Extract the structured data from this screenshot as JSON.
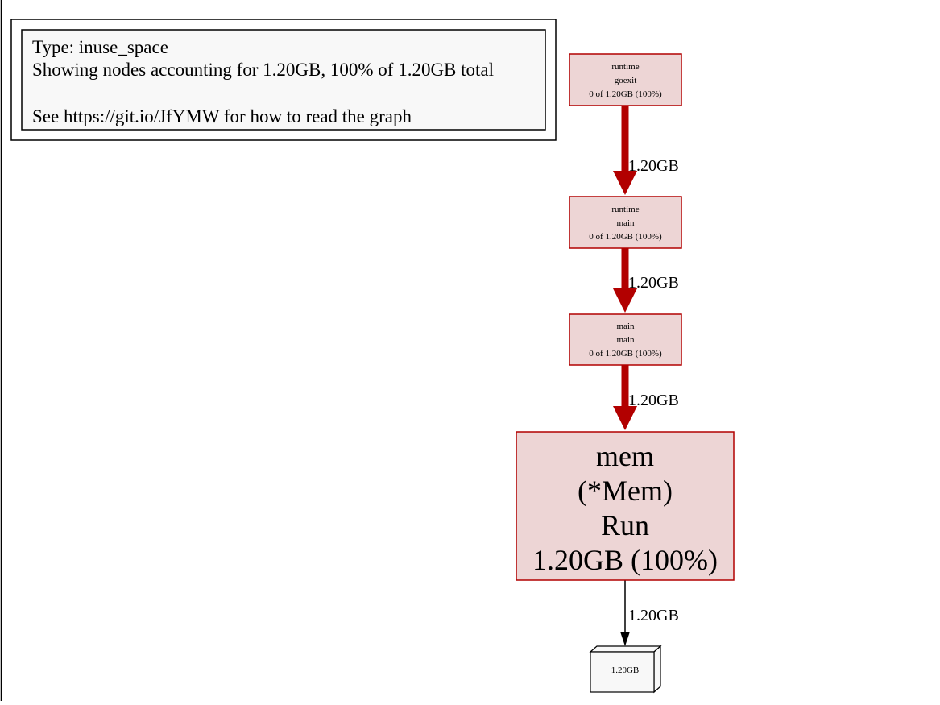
{
  "legend": {
    "line1": "Type: inuse_space",
    "line2": "Showing nodes accounting for 1.20GB, 100% of 1.20GB total",
    "line3": "See https://git.io/JfYMW for how to read the graph"
  },
  "nodes": {
    "goexit": {
      "line1": "runtime",
      "line2": "goexit",
      "line3": "0 of 1.20GB (100%)"
    },
    "runtime_main": {
      "line1": "runtime",
      "line2": "main",
      "line3": "0 of 1.20GB (100%)"
    },
    "main_main": {
      "line1": "main",
      "line2": "main",
      "line3": "0 of 1.20GB (100%)"
    },
    "mem_run": {
      "line1": "mem",
      "line2": "(*Mem)",
      "line3": "Run",
      "line4": "1.20GB (100%)"
    },
    "alloc_box": {
      "label": "1.20GB"
    }
  },
  "edges": {
    "goexit_to_runtime_main": "1.20GB",
    "runtime_main_to_main_main": "1.20GB",
    "main_main_to_mem_run": "1.20GB",
    "mem_run_to_alloc": "1.20GB"
  },
  "colors": {
    "hot_edge": "#b20000",
    "node_fill": "#edd5d5",
    "node_stroke": "#b20000",
    "legend_fill": "#f8f8f8",
    "box_fill": "#f8f8f8"
  }
}
